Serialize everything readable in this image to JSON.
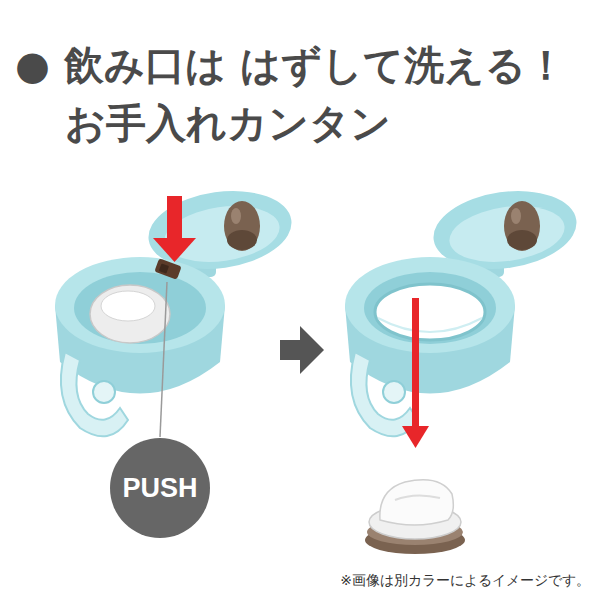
{
  "diagram": {
    "title": "● 飲み口は はずして洗える！ お手入れカンタン",
    "nodes": [
      {
        "text": [
          "PUSH"
        ]
      }
    ],
    "labels": [
      "※画像は別カラーによるイメージです。"
    ]
  }
}
